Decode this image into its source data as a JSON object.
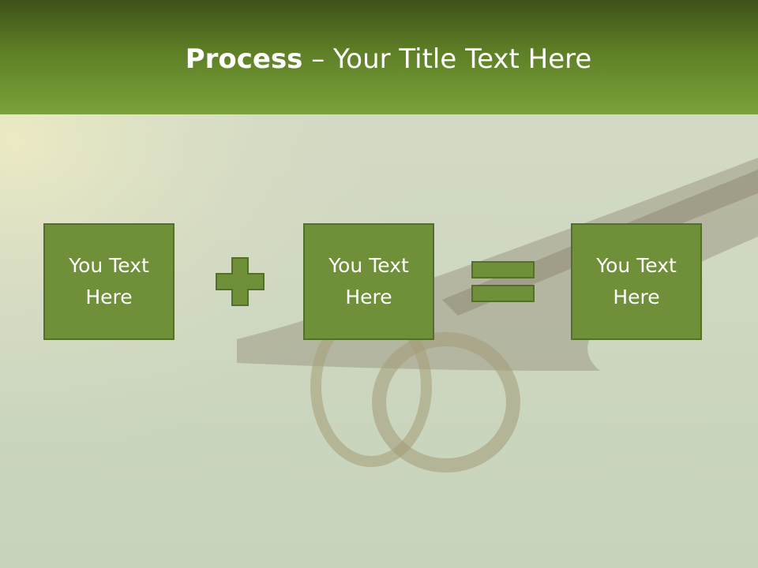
{
  "title": {
    "bold": "Process",
    "rest": " – Your Title Text Here"
  },
  "boxes": [
    {
      "line1": "You Text",
      "line2": "Here"
    },
    {
      "line1": "You Text",
      "line2": "Here"
    },
    {
      "line1": "You Text",
      "line2": "Here"
    }
  ],
  "operators": [
    "plus-icon",
    "equals-icon"
  ],
  "colors": {
    "header_dark": "#3e5119",
    "header_light": "#7aa23a",
    "box_fill": "#6f8f38",
    "box_border": "#52702a"
  }
}
